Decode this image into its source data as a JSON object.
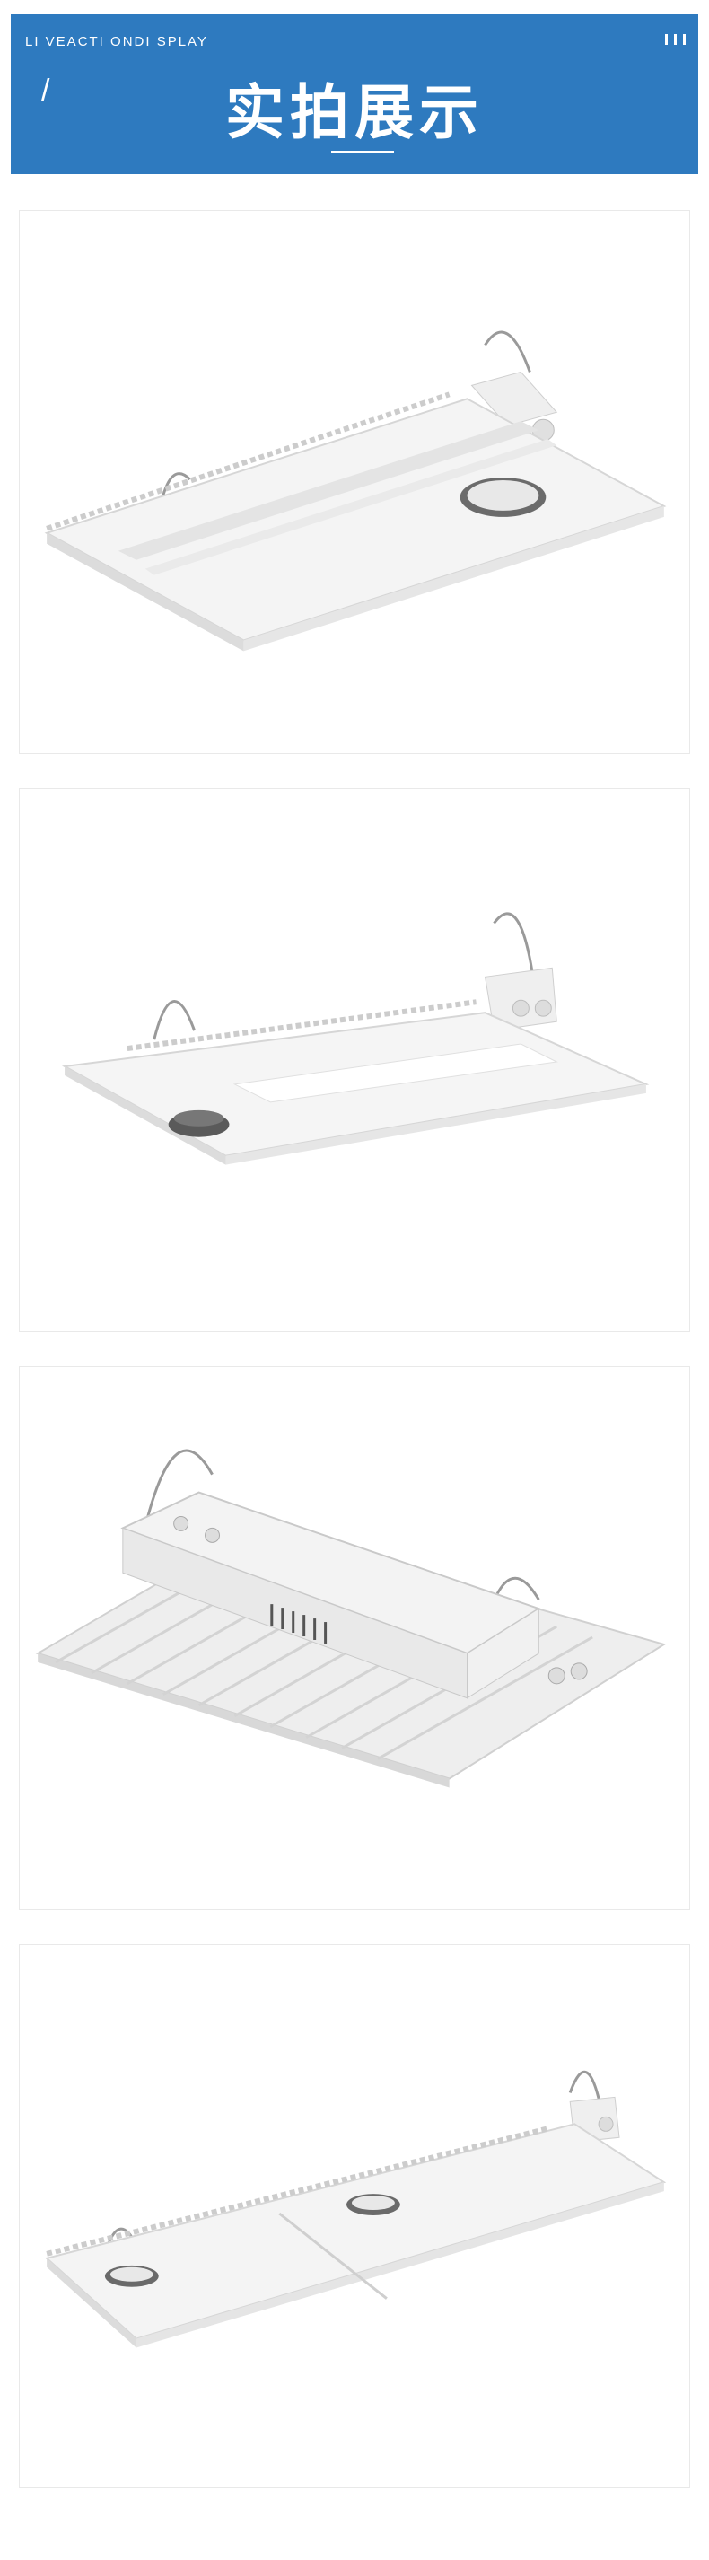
{
  "header": {
    "subtitle": "LI VEACTI ONDI SPLAY",
    "slash": "/",
    "title": "实拍展示",
    "background_color": "#2e7abf"
  },
  "gallery": [
    {
      "name": "product-photo-1"
    },
    {
      "name": "product-photo-2"
    },
    {
      "name": "product-photo-3"
    },
    {
      "name": "product-photo-4"
    }
  ]
}
